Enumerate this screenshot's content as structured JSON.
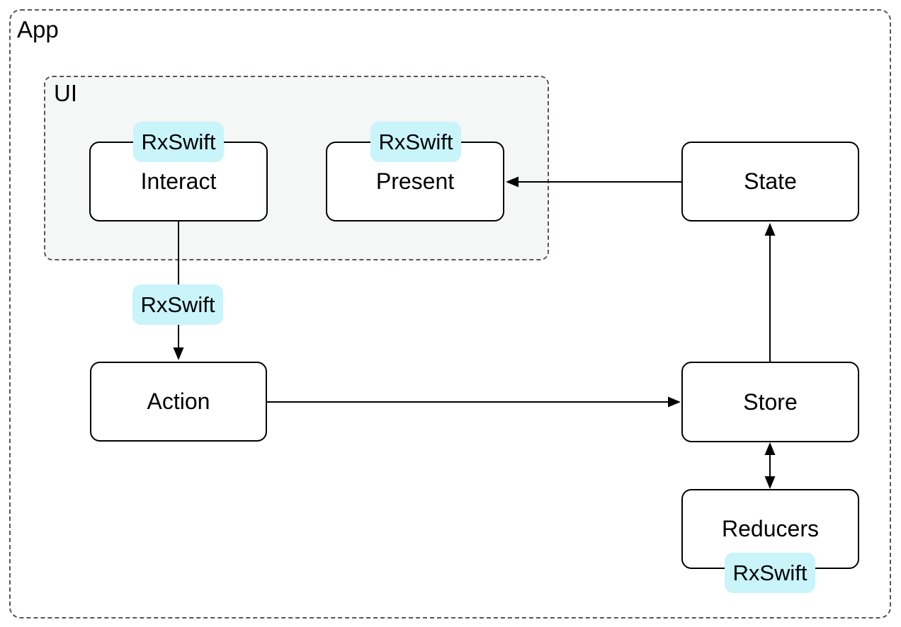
{
  "diagram": {
    "type": "architecture-flow",
    "app_label": "App",
    "ui_label": "UI",
    "badge_color": "#c8f4fa",
    "frame_border_color": "#575757",
    "ui_fill_color": "#f5f6f6",
    "nodes": {
      "interact": "Interact",
      "present": "Present",
      "state": "State",
      "action": "Action",
      "store": "Store",
      "reducers": "Reducers"
    },
    "badges": [
      {
        "label": "RxSwift",
        "attached_to": "Interact",
        "position": "top-edge"
      },
      {
        "label": "RxSwift",
        "attached_to": "Present",
        "position": "top-edge"
      },
      {
        "label": "RxSwift",
        "attached_to": "Interact-to-Action-arrow",
        "position": "midline"
      },
      {
        "label": "RxSwift",
        "attached_to": "Reducers",
        "position": "bottom-edge"
      }
    ],
    "edges": [
      {
        "from": "Interact",
        "to": "Action",
        "direction": "down",
        "through_badge": "RxSwift"
      },
      {
        "from": "Action",
        "to": "Store",
        "direction": "right"
      },
      {
        "from": "Store",
        "to": "State",
        "direction": "up"
      },
      {
        "from": "State",
        "to": "Present",
        "direction": "left"
      },
      {
        "from": "Store",
        "to": "Reducers",
        "direction": "bidirectional"
      }
    ]
  }
}
